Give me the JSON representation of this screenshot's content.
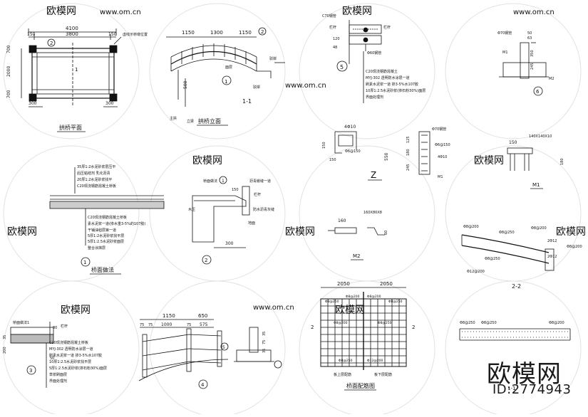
{
  "watermark": {
    "brand_cn": "欧模网",
    "site": "www.om.cn",
    "id_text": "ID:2774943"
  },
  "plan": {
    "title": "拱桥平面",
    "overall": "4100",
    "inner": "3800",
    "left_end": "150",
    "right_end": "150",
    "v_top": "700",
    "v_mid": "2000",
    "v_bot": "700",
    "btm_left": "300",
    "btm_right": "300",
    "note": "虚线示桥墩位置",
    "mark_one": "1",
    "mark_two": "2"
  },
  "elevation": {
    "title": "拱桥立面",
    "w1": "1150",
    "w2": "1300",
    "w3": "1150",
    "height": "500",
    "label_a": "主拱",
    "label_b": "立梁",
    "label_c": "面层",
    "label_d": "驳岸",
    "bubble": "2",
    "sec": "1-1"
  },
  "detail5": {
    "bubble": "5",
    "top": "C70钢管",
    "lbl1": "栏杆",
    "lbl2": "栏杆",
    "d1": "120",
    "d2": "48",
    "ring": "Φ60钢管",
    "notes": [
      "C20现浇钢筋混凝土",
      "MYJ-302 透明防水涂层一道",
      "刷素水泥浆一道 掺3-5%水107胶",
      "10厚1:2.5水泥砂浆(掺石粉30%)面层",
      "界面处理剂"
    ]
  },
  "detail6": {
    "bubble": "6",
    "top": "Φ70钢管",
    "m1": "M1",
    "m2": "M2",
    "d1": "350",
    "d2": "245",
    "d3": "50",
    "d4": "63"
  },
  "bridge_face": {
    "title": "桥面做法",
    "bubble": "1",
    "layers_top": [
      "35厚1:2水泥砂浆层压平",
      "后压粘结剂 乳化沥青",
      "20厚1:2水泥砂浆找平",
      "C20现浇钢筋混凝土桥板"
    ],
    "layers_bot": [
      "C20现浇钢筋混凝土桥板",
      "素水泥浆一道(掺水重3-5%的107胶)",
      "干铺油毡层第一道",
      "5厚1:2水泥砂浆找平层",
      "5厚1:2.5水泥砂浆面层",
      "整合涂抹层"
    ]
  },
  "edge": {
    "bubble": "2",
    "lbl1": "桥面做法",
    "lbl2": "沥青嵌缝一道",
    "lbl3": "栏杆",
    "lbl4": "防水沥青灰缝",
    "lbl5": "地面",
    "lbl6": "木压",
    "d1": "150",
    "d2": "300"
  },
  "z_detail": {
    "label": "Z",
    "rebar_top": "4Φ10",
    "stirrup": "Φ6@150",
    "d150a": "150",
    "d150b": "150",
    "d550": "550",
    "d125": "125",
    "d180": "180",
    "d245": "245",
    "ring": "Φ70钢管",
    "rebar2": "Φ6@150",
    "rebar3": "4Φ10",
    "m1": "M1"
  },
  "m1_detail": {
    "label": "M1",
    "w": "150",
    "spec": "140X140X10",
    "h": "180"
  },
  "m2_detail": {
    "label": "M2",
    "w": "160",
    "spec": "160X80X8",
    "h": "60"
  },
  "sec22": {
    "label": "2-2",
    "r1": "Φ8@200",
    "r2": "Φ8@200",
    "r3": "Φ8@250",
    "r4": "Φ8@250",
    "r5": "Φ12@200",
    "r6": "2Φ12",
    "r7": "2Φ12",
    "r8": "Φ8@200"
  },
  "rail3": {
    "bubble": "3",
    "lbl1": "桥面做法1",
    "lbl2": "栏杆",
    "d1": "80",
    "d2": "35",
    "d3": "200",
    "d4": "50",
    "notes": [
      "C20现浇钢筋混凝土桥板",
      "MYJ-302 透明防水涂层一道",
      "刷素水泥浆一道 掺3-5%水107胶",
      "10厚1:2.5水泥砂浆找平层",
      "5厚1:2.5水泥砂浆(掺石粉30%)面层",
      "草浆刷面层",
      "界面处理剂"
    ]
  },
  "rail4": {
    "bubble": "4",
    "w1": "1150",
    "w2": "650",
    "w3": "1000",
    "w4": "575",
    "d1": "75",
    "d2": "75",
    "d3": "75",
    "bubble5": "5"
  },
  "post": {
    "d1": "35",
    "d2": "75",
    "d3": "35"
  },
  "rebar_plan": {
    "title": "桥面配筋图",
    "w1": "2050",
    "w2": "2050",
    "lbl1": "板上层配筋",
    "lbl2": "板下层配筋",
    "r1": "Φ8@250",
    "r2": "Φ8@200",
    "r3": "Φ8@200",
    "r4": "Φ8@250",
    "r5": "Φ8@200",
    "r6": "Φ8@250",
    "r7": "Φ8@250",
    "r8": "Φ12@200",
    "mark": "2"
  },
  "sec11b": {
    "label": "1-1",
    "r1": "Φ8@250",
    "r2": "Φ8@250",
    "r3": "Φ8@200"
  }
}
